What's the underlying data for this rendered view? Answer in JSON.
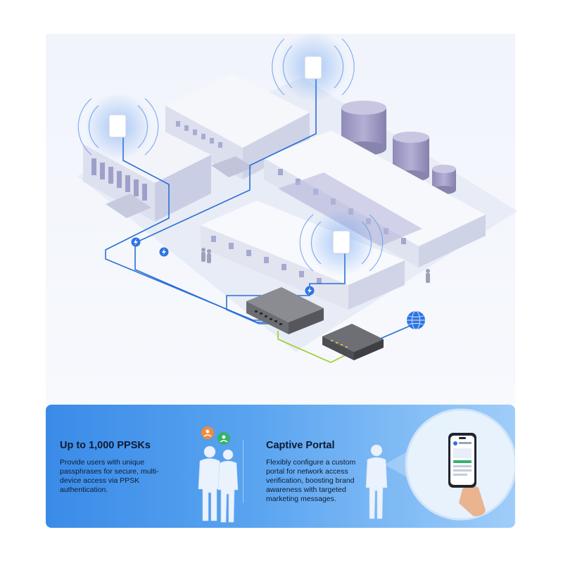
{
  "features": [
    {
      "title": "Up to 1,000 PPSKs",
      "description": "Provide users with unique passphrases for secure, multi-device access via PPSK authentication."
    },
    {
      "title": "Captive Portal",
      "description": "Flexibly configure a custom portal for network access verification, boosting brand awareness with targeted marketing messages."
    }
  ],
  "colors": {
    "panel_gradient_start": "#3a8be8",
    "panel_gradient_end": "#9fcdf9",
    "ethernet_link": "#2a6fd6",
    "uplink": "#a6d23a",
    "building": "#eceef6",
    "tank": "#9b97c0",
    "poe_badge": "#2d74e3"
  },
  "icons": [
    "access-point-icon",
    "poe-lightning-icon",
    "switch-icon",
    "router-icon",
    "globe-icon",
    "user-pin-icon",
    "smartphone-icon"
  ]
}
